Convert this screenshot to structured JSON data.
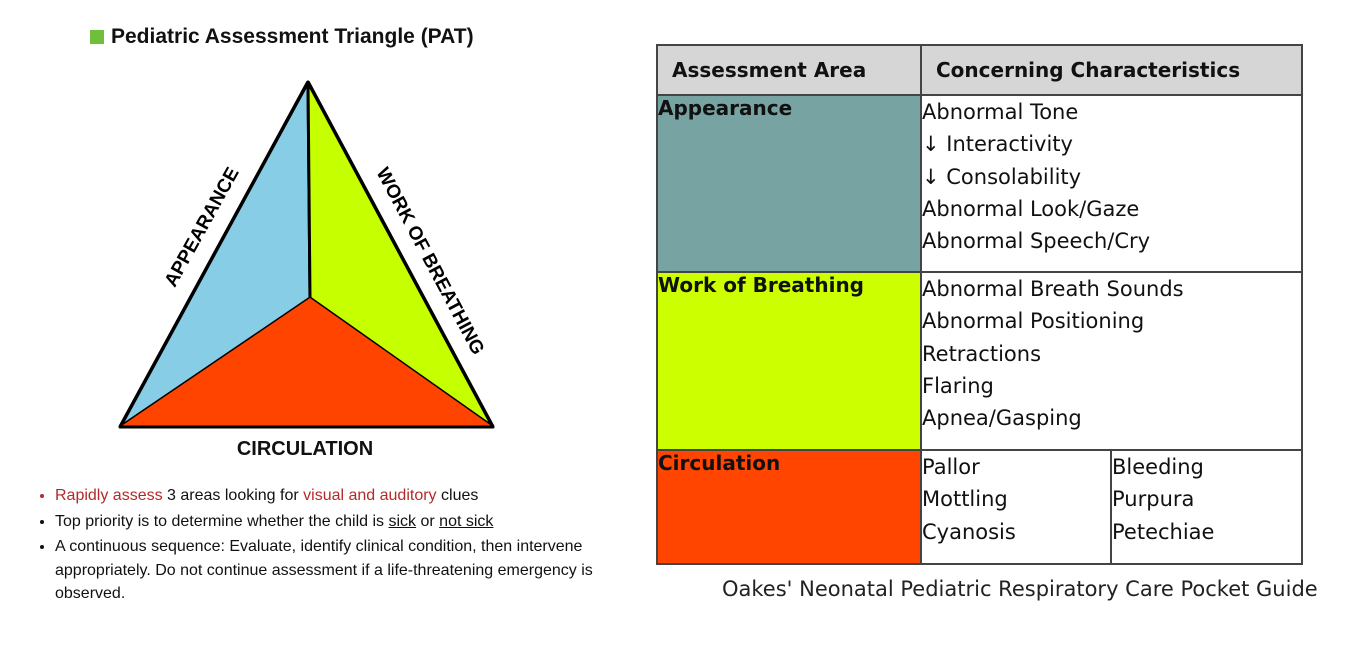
{
  "pat": {
    "title": "Pediatric Assessment Triangle (PAT)",
    "legend_color": "#6fbf3b",
    "sides": {
      "appearance": "APPEARANCE",
      "work_of_breathing": "WORK OF BREATHING",
      "circulation": "CIRCULATION"
    },
    "colors": {
      "appearance": "#87cde6",
      "work_of_breathing": "#c6ff00",
      "circulation": "#ff4400"
    },
    "bullets": [
      {
        "parts": [
          {
            "text": "Rapidly assess",
            "style": "red"
          },
          {
            "text": " 3 areas looking for ",
            "style": ""
          },
          {
            "text": "visual and auditory",
            "style": "red"
          },
          {
            "text": " clues",
            "style": ""
          }
        ],
        "marker_color": "#b42a2a"
      },
      {
        "parts": [
          {
            "text": "Top priority is to determine whether the child is ",
            "style": ""
          },
          {
            "text": "sick",
            "style": "ul"
          },
          {
            "text": " or ",
            "style": ""
          },
          {
            "text": "not sick",
            "style": "ul"
          }
        ],
        "marker_color": "#111111"
      },
      {
        "parts": [
          {
            "text": "A continuous sequence: Evaluate, identify clinical condition, then intervene appropriately. Do not continue assessment if a life-threatening emergency is observed.",
            "style": ""
          }
        ],
        "marker_color": "#111111"
      }
    ]
  },
  "table": {
    "headers": [
      "Assessment Area",
      "Concerning Characteristics"
    ],
    "rows": [
      {
        "area": "Appearance",
        "color": "#77a3a2",
        "characteristics": [
          "Abnormal Tone",
          "↓ Interactivity",
          "↓ Consolability",
          "Abnormal Look/Gaze",
          "Abnormal Speech/Cry"
        ]
      },
      {
        "area": "Work of Breathing",
        "color": "#ccff00",
        "characteristics": [
          "Abnormal Breath Sounds",
          "Abnormal Positioning",
          "Retractions",
          "Flaring",
          "Apnea/Gasping"
        ]
      },
      {
        "area": "Circulation",
        "color": "#ff4500",
        "characteristics_col1": [
          "Pallor",
          "Mottling",
          "Cyanosis"
        ],
        "characteristics_col2": [
          "Bleeding",
          "Purpura",
          "Petechiae"
        ]
      }
    ]
  },
  "source": "Oakes' Neonatal Pediatric Respiratory Care Pocket Guide"
}
